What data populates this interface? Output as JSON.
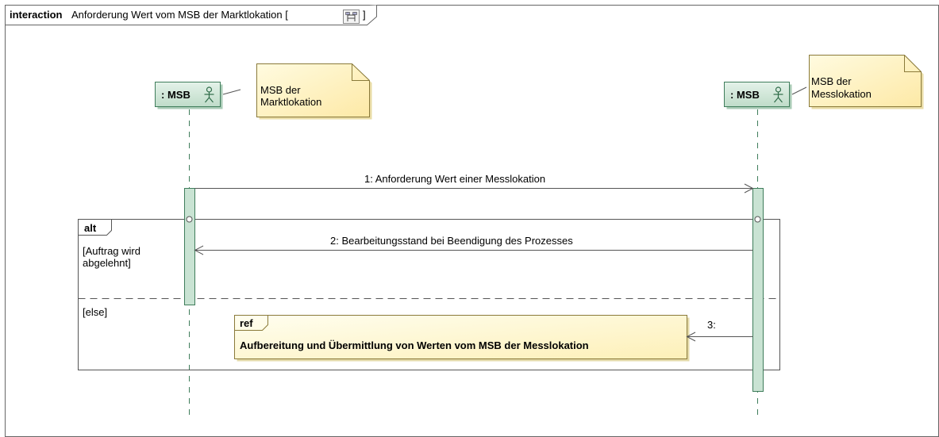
{
  "frame": {
    "keyword": "interaction",
    "title": "Anforderung Wert vom MSB der Marktlokation [",
    "title_close": "]",
    "icon": "diagram-icon"
  },
  "lifelines": [
    {
      "label": ": MSB",
      "icon": "actor-icon"
    },
    {
      "label": ": MSB",
      "icon": "actor-icon"
    }
  ],
  "notes": [
    {
      "line1": "MSB der",
      "line2": "Marktlokation"
    },
    {
      "line1": "MSB der",
      "line2": "Messlokation"
    }
  ],
  "messages": [
    {
      "text": "1:  Anforderung Wert einer Messlokation"
    },
    {
      "text": "2: Bearbeitungsstand bei Beendigung des Prozesses"
    },
    {
      "text": "3:"
    }
  ],
  "fragment": {
    "keyword": "alt",
    "guard1_line1": "[Auftrag wird",
    "guard1_line2": "abgelehnt]",
    "guard2": "[else]"
  },
  "ref": {
    "keyword": "ref",
    "text": "Aufbereitung und Übermittlung von Werten vom MSB der Messlokation"
  },
  "colors": {
    "lifeline_fill": "#c9e3d3",
    "lifeline_stroke": "#3f7d5b",
    "note_fill": "#fff6c7",
    "ref_fill": "#fffbd9",
    "line": "#555555"
  }
}
